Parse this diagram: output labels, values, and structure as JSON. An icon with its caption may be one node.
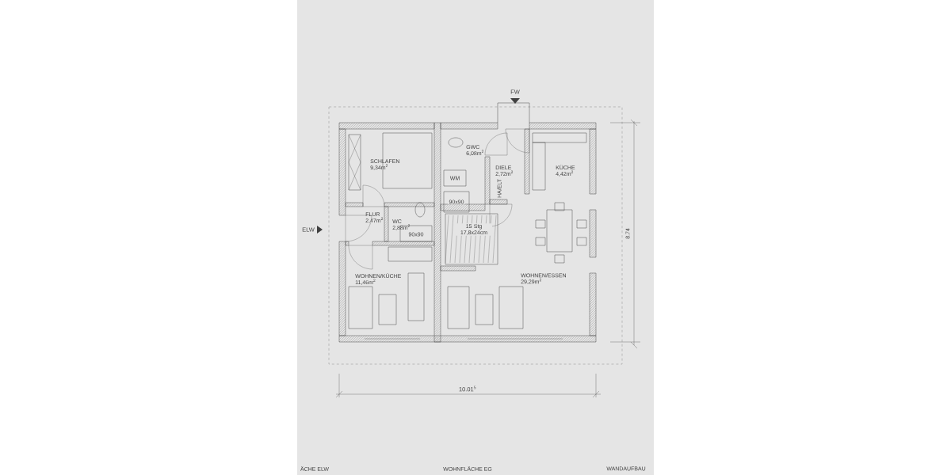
{
  "diagram": {
    "nodes": [
      {
        "text": [
          "SCHLAFEN",
          "9,34m$^{2}$"
        ]
      },
      {
        "text": [
          "FLUR",
          "2,47m$^{2}$"
        ]
      },
      {
        "text": [
          "WC",
          "2,88m$^{2}$"
        ]
      },
      {
        "text": [
          "WOHNEN/KÜCHE",
          "11,46m$^{2}$"
        ]
      },
      {
        "text": [
          "GWC",
          "6,08m$^{2}$"
        ]
      },
      {
        "text": [
          "DIELE",
          "2,72m$^{2}$"
        ]
      },
      {
        "text": [
          "KÜCHE",
          "4,42m$^{2}$"
        ]
      },
      {
        "text": [
          "WOHNEN/ESSEN",
          "29,29m$^{2}$"
        ]
      }
    ],
    "labels": [
      "FW",
      "ELW",
      "8.74",
      "90x90",
      "WM",
      "90x90",
      "HA/ELT",
      "15 Stg 17,8x24cm",
      "10.01$^{5}$",
      "ÄCHE ELW",
      "WOHNFLÄCHE EG",
      "WANDAUFBAU"
    ]
  }
}
